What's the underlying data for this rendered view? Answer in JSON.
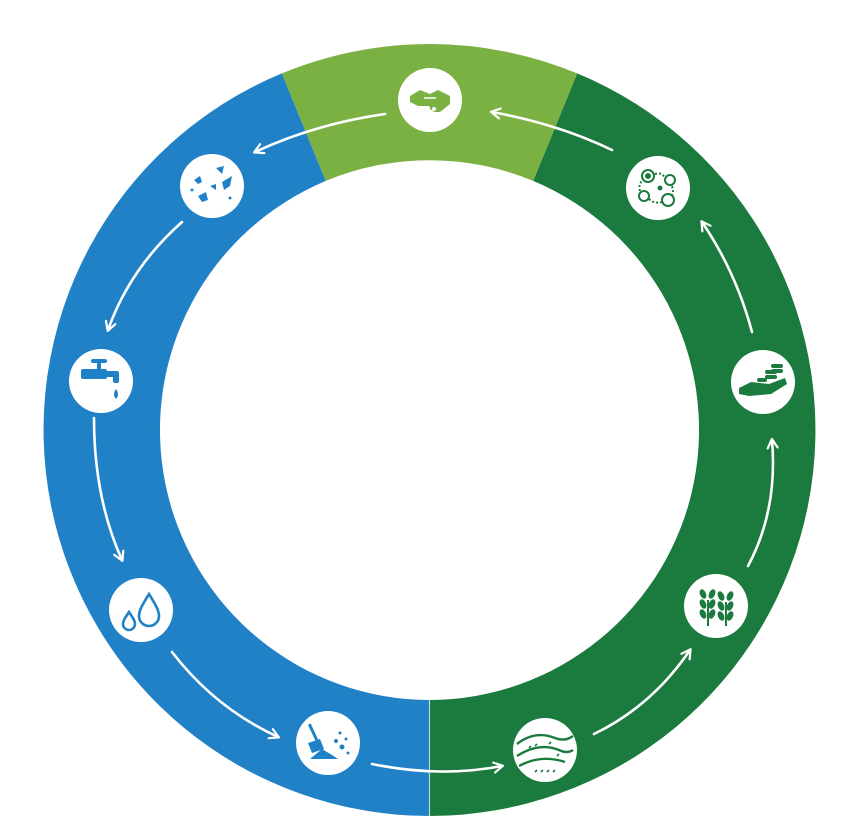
{
  "colors": {
    "blue_segment": "#2181c6",
    "dark_green_segment": "#1b7a3d",
    "light_green_segment": "#7bb142",
    "icon_fill": "#ffffff",
    "arrow": "#ffffff",
    "background": "#ffffff"
  },
  "cycle": {
    "direction": "counter-clockwise",
    "segments": [
      {
        "name": "left-segment",
        "color": "#2181c6"
      },
      {
        "name": "right-segment",
        "color": "#1b7a3d"
      },
      {
        "name": "top-segment",
        "color": "#7bb142"
      }
    ],
    "stages": [
      {
        "icon": "handshake-icon",
        "segment": "top-segment"
      },
      {
        "icon": "birds-icon",
        "segment": "left-segment"
      },
      {
        "icon": "water-tap-icon",
        "segment": "left-segment"
      },
      {
        "icon": "water-drops-icon",
        "segment": "left-segment"
      },
      {
        "icon": "soil-shovel-icon",
        "segment": "left-segment"
      },
      {
        "icon": "landscape-fields-icon",
        "segment": "right-segment"
      },
      {
        "icon": "wheat-icon",
        "segment": "right-segment"
      },
      {
        "icon": "hand-coins-icon",
        "segment": "right-segment"
      },
      {
        "icon": "nutrient-cycle-icon",
        "segment": "right-segment"
      }
    ]
  }
}
